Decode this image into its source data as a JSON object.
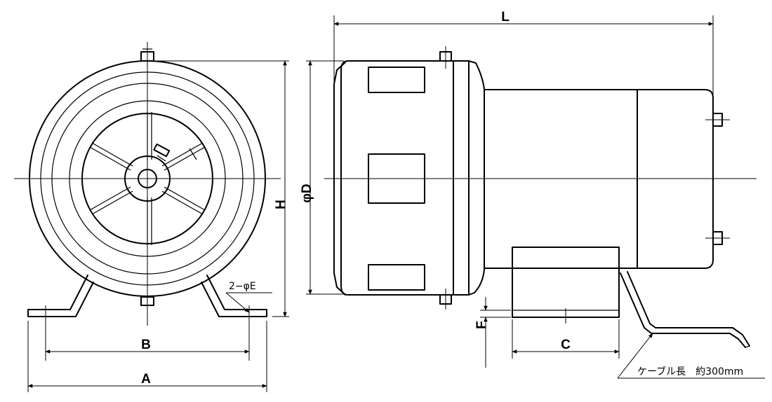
{
  "labels": {
    "A": "A",
    "B": "B",
    "C": "C",
    "D": "φD",
    "E": "2−φE",
    "F": "F",
    "H": "H",
    "L": "L",
    "cable": "ケーブル長　約300mm"
  }
}
